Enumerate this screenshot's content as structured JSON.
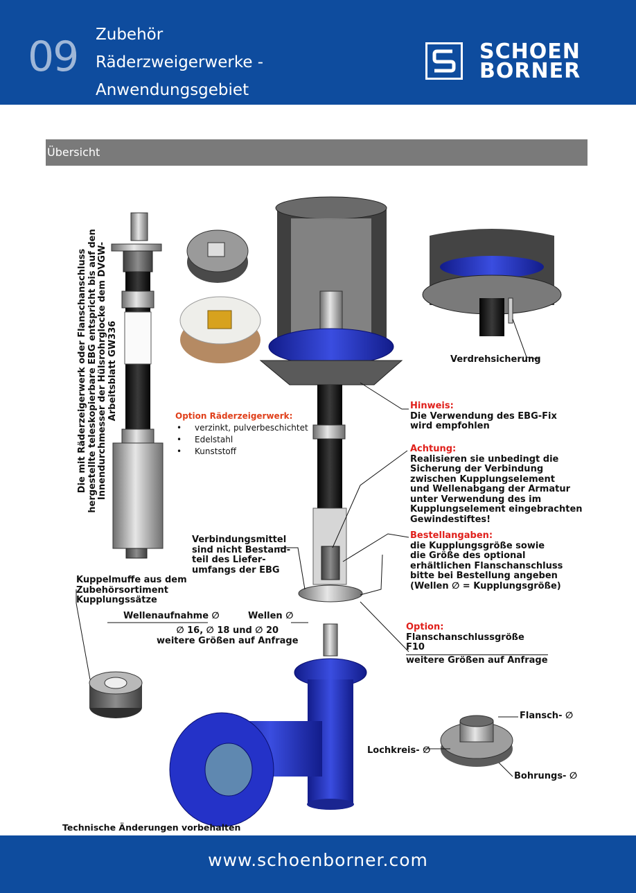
{
  "header": {
    "chapter_number": "09",
    "title_lines": [
      "Zubehör",
      "Räderzweigerwerke -",
      "Anwendungsgebiet"
    ],
    "logo_lines": [
      "SCHOEN",
      "BORNER"
    ],
    "logo_icon": "schoenborner-s-logo-icon"
  },
  "section": {
    "title": "Übersicht"
  },
  "drawing": {
    "vertical_note": "Die mit Räderzeigerwerk oder Flanschanschluss hergestellte teleskopierbare EBG entspricht bis auf den Innendurchmesser der Hülsrohrglocke dem DVGW-Arbeitsblatt GW336",
    "option_gear": {
      "title": "Option Räderzeigerwerk:",
      "items": [
        "verzinkt, pulverbeschichtet",
        "Edelstahl",
        "Kunststoff"
      ]
    },
    "verdrehsicherung": "Verdrehsicherung",
    "hinweis": {
      "title": "Hinweis:",
      "lines": [
        "Die Verwendung des EBG-Fix",
        "wird empfohlen"
      ]
    },
    "achtung": {
      "title": "Achtung:",
      "lines": [
        "Realisieren sie unbedingt die",
        "Sicherung der Verbindung",
        "zwischen Kupplungselement",
        "und Wellenabgang der Armatur",
        "unter Verwendung des im",
        "Kupplungselement eingebrachten",
        "Gewindestiftes!"
      ]
    },
    "verbindungsmittel": [
      "Verbindungsmittel",
      "sind nicht Bestand-",
      "teil des Liefer-",
      "umfangs der EBG"
    ],
    "bestellangaben": {
      "title": "Bestellangaben:",
      "lines": [
        "die Kupplungsgröße sowie",
        "die Größe des optional",
        "erhältlichen Flanschanschluss",
        "bitte bei Bestellung angeben",
        "(Wellen ∅ = Kupplungsgröße)"
      ]
    },
    "kuppelmuffe": [
      "Kuppelmuffe aus dem",
      "Zubehörsortiment",
      "Kupplungssätze"
    ],
    "wellenaufnahme": "Wellenaufnahme ∅",
    "wellen": "Wellen ∅",
    "sizes": [
      "∅ 16,  ∅ 18 und ∅ 20",
      "weitere Größen auf Anfrage"
    ],
    "option_flange": {
      "title": "Option:",
      "lines": [
        "Flanschanschlussgröße",
        "F10",
        "weitere Größen auf Anfrage"
      ]
    },
    "flansch": "Flansch- ∅",
    "lochkreis": "Lochkreis- ∅",
    "bohrungs": "Bohrungs- ∅"
  },
  "footer_note": "Technische Änderungen vorbehalten",
  "footer": {
    "url": "www.schoenborner.com"
  },
  "colors": {
    "brand_blue": "#0e4c9e",
    "section_gray": "#7a7a7a",
    "accent_red": "#e0201b",
    "part_blue": "#1f2fbf"
  }
}
